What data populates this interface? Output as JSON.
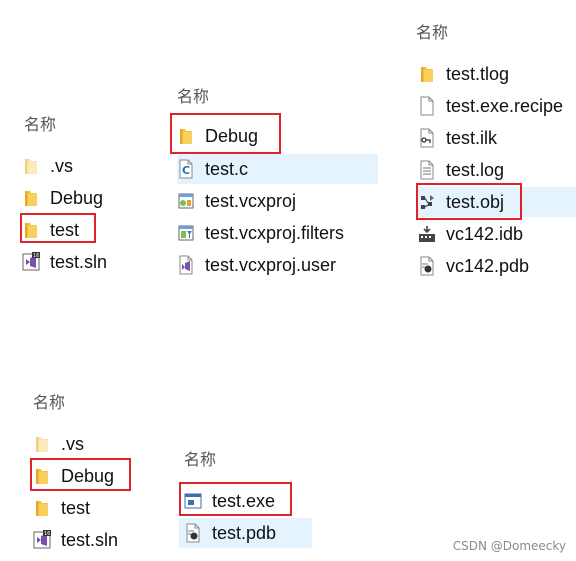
{
  "header_label": "名称",
  "colors": {
    "folder": "#f5c242",
    "highlight": "#e5f3ff",
    "redbox": "#e0222d",
    "vs_purple": "#7b4fb0"
  },
  "panel1": {
    "items": [
      {
        "label": ".vs",
        "icon": "folder-icon-light"
      },
      {
        "label": "Debug",
        "icon": "folder-icon"
      },
      {
        "label": "test",
        "icon": "folder-icon"
      },
      {
        "label": "test.sln",
        "icon": "vs-solution-icon"
      }
    ]
  },
  "panel2": {
    "items": [
      {
        "label": "Debug",
        "icon": "folder-icon"
      },
      {
        "label": "test.c",
        "icon": "c-source-icon"
      },
      {
        "label": "test.vcxproj",
        "icon": "vcxproj-icon"
      },
      {
        "label": "test.vcxproj.filters",
        "icon": "vcxproj-filters-icon"
      },
      {
        "label": "test.vcxproj.user",
        "icon": "vs-user-icon"
      }
    ]
  },
  "panel3": {
    "items": [
      {
        "label": "test.tlog",
        "icon": "folder-icon"
      },
      {
        "label": "test.exe.recipe",
        "icon": "blank-file-icon"
      },
      {
        "label": "test.ilk",
        "icon": "ilk-file-icon"
      },
      {
        "label": "test.log",
        "icon": "text-file-icon"
      },
      {
        "label": "test.obj",
        "icon": "obj-file-icon"
      },
      {
        "label": "vc142.idb",
        "icon": "idb-file-icon"
      },
      {
        "label": "vc142.pdb",
        "icon": "pdb-file-icon"
      }
    ]
  },
  "panel4": {
    "items": [
      {
        "label": ".vs",
        "icon": "folder-icon-light"
      },
      {
        "label": "Debug",
        "icon": "folder-icon"
      },
      {
        "label": "test",
        "icon": "folder-icon"
      },
      {
        "label": "test.sln",
        "icon": "vs-solution-icon"
      }
    ]
  },
  "panel5": {
    "items": [
      {
        "label": "test.exe",
        "icon": "exe-icon"
      },
      {
        "label": "test.pdb",
        "icon": "pdb-file-icon"
      }
    ]
  },
  "watermark": "CSDN @Domeecky"
}
